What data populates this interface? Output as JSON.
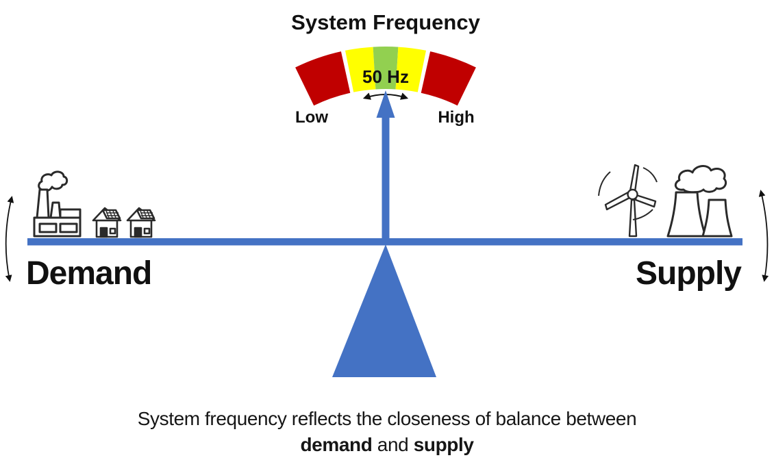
{
  "title": "System Frequency",
  "gauge": {
    "center_label": "50 Hz",
    "low_label": "Low",
    "high_label": "High",
    "colors": {
      "red": "#c00000",
      "yellow": "#ffff00",
      "green": "#92d050"
    }
  },
  "balance": {
    "demand_label": "Demand",
    "supply_label": "Supply",
    "color": "#4472c4"
  },
  "icons": {
    "left_of_beam": [
      "factory-icon",
      "house-icon",
      "house-icon"
    ],
    "right_of_beam": [
      "wind-turbine-icon",
      "cooling-towers-icon"
    ],
    "indicators": [
      "swing-arrow-left-icon",
      "swing-arrow-right-icon",
      "balance-pointer-arrow-icon",
      "range-double-arrow-icon"
    ]
  },
  "caption": {
    "line1": "System frequency reflects the closeness of balance between",
    "bold_demand": "demand",
    "connector": " and ",
    "bold_supply": "supply"
  }
}
